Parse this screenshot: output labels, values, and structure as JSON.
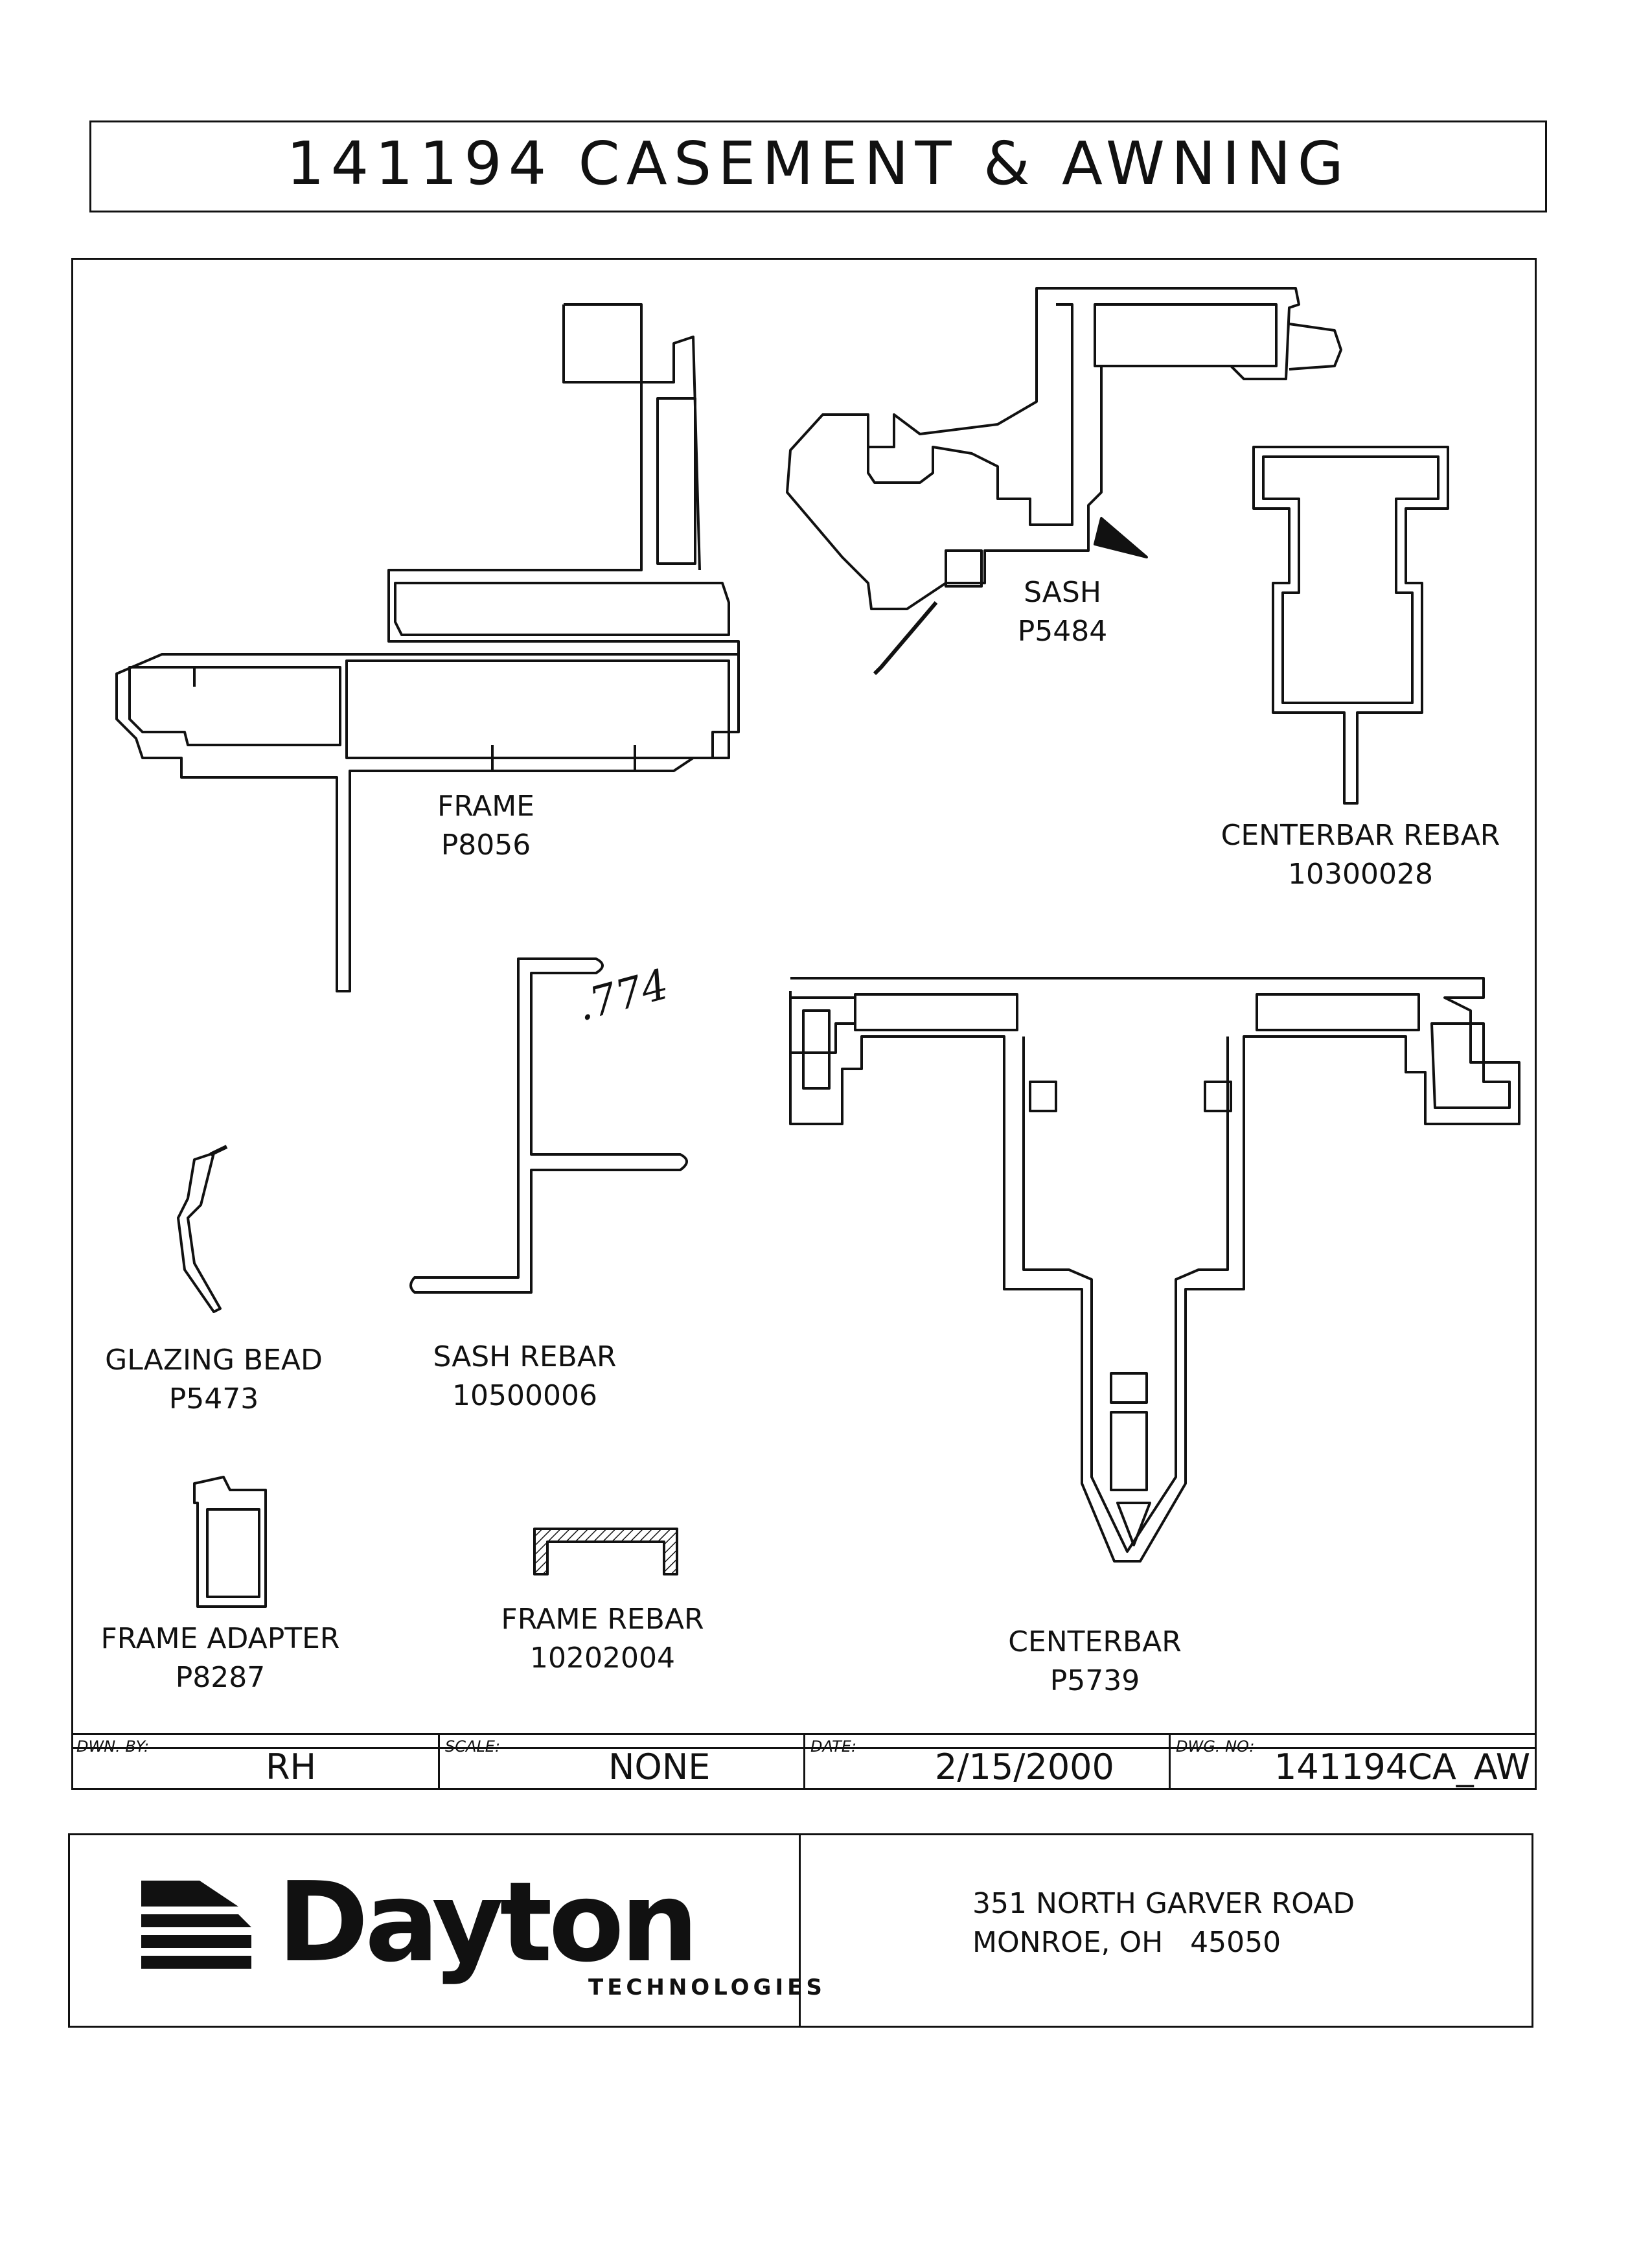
{
  "title": "141194  CASEMENT  &  AWNING",
  "parts": [
    {
      "name": "FRAME",
      "number": "P8056"
    },
    {
      "name": "SASH",
      "number": "P5484"
    },
    {
      "name": "CENTERBAR REBAR",
      "number": "10300028"
    },
    {
      "name": "GLAZING BEAD",
      "number": "P5473"
    },
    {
      "name": "SASH REBAR",
      "number": "10500006"
    },
    {
      "name": "CENTERBAR",
      "number": "P5739"
    },
    {
      "name": "FRAME ADAPTER",
      "number": "P8287"
    },
    {
      "name": "FRAME REBAR",
      "number": "10202004"
    }
  ],
  "handwritten_note": ".774",
  "title_block": {
    "drawn_by_label": "DWN. BY:",
    "drawn_by": "RH",
    "scale_label": "SCALE:",
    "scale": "NONE",
    "date_label": "DATE:",
    "date": "2/15/2000",
    "dwg_no_label": "DWG. NO:",
    "dwg_no": "141194CA_AW"
  },
  "company": {
    "name": "Dayton",
    "subtitle": "TECHNOLOGIES",
    "address_line1": "351 NORTH GARVER ROAD",
    "address_line2": "MONROE, OH   45050"
  }
}
